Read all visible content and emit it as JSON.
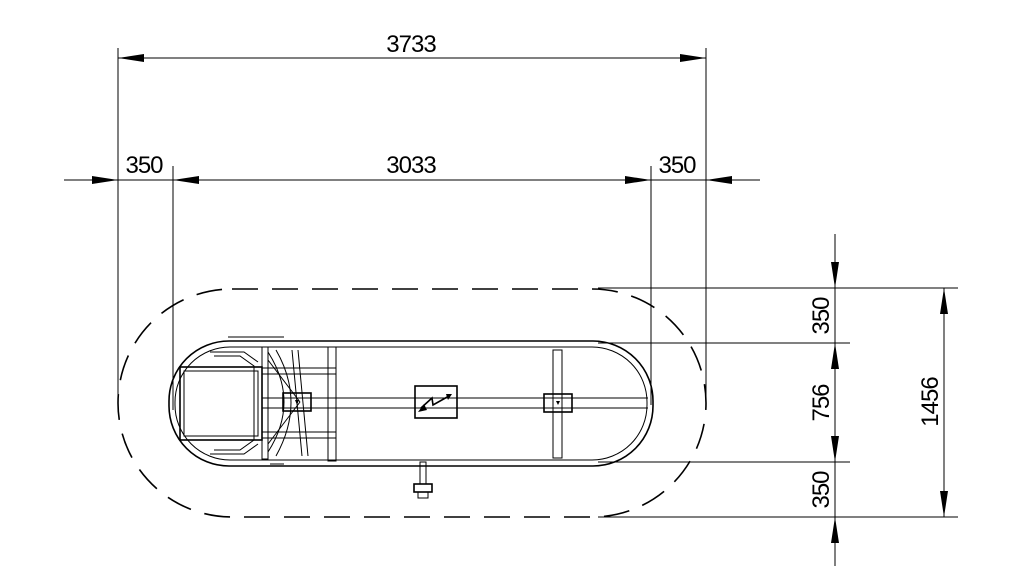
{
  "dimensions": {
    "overall_length": "3733",
    "left_clearance": "350",
    "inner_length": "3033",
    "right_clearance": "350",
    "top_clearance": "350",
    "inner_width": "756",
    "bottom_clearance": "350",
    "overall_width": "1456"
  }
}
